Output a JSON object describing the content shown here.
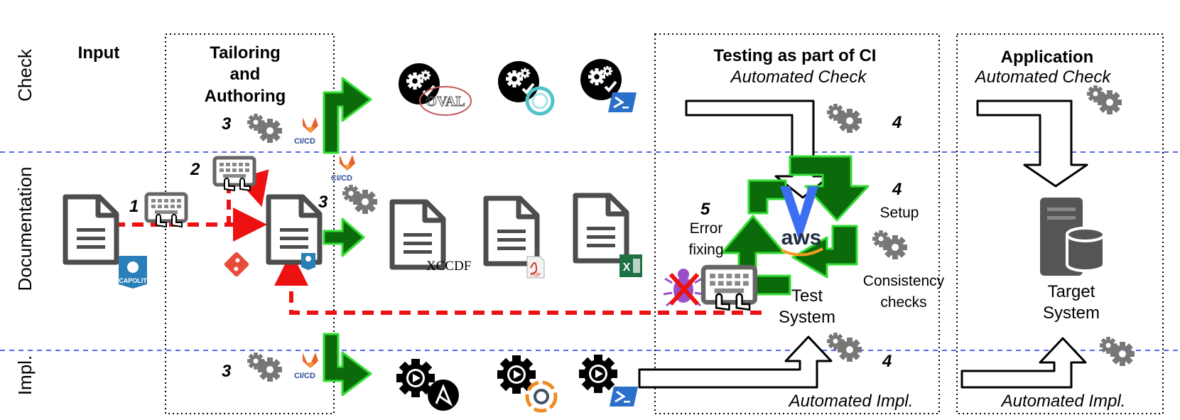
{
  "rows": {
    "check": "Check",
    "documentation": "Documentation",
    "impl": "Impl."
  },
  "columns": {
    "input": "Input",
    "tailoring": [
      "Tailoring",
      "and",
      "Authoring"
    ],
    "testing": "Testing as part of CI",
    "testing_sub": "Automated Check",
    "testing_impl": "Automated Impl.",
    "application": "Application",
    "application_sub": "Automated Check",
    "application_impl": "Automated Impl."
  },
  "steps": {
    "s1": "1",
    "s2": "2",
    "s3_check": "3",
    "s3_doc": "3",
    "s3_impl": "3",
    "s4_check": "4",
    "s4_setup": "4",
    "s4_impl": "4",
    "s5": "5"
  },
  "labels": {
    "setup": "Setup",
    "consistency": [
      "Consistency",
      "checks"
    ],
    "error_fixing": [
      "Error",
      "fixing"
    ],
    "test_system": [
      "Test",
      "System"
    ],
    "target_system": [
      "Target",
      "System"
    ],
    "xccdf": "XCCDF",
    "aws": "aws"
  },
  "icon_names": [
    "document-icon",
    "keyboard-icon",
    "gears-icon",
    "gitlab-cicd-icon",
    "git-icon",
    "scapolite-icon",
    "pdf-icon",
    "excel-icon",
    "bug-icon",
    "server-icon",
    "ansible-icon",
    "powershell-icon",
    "oval-icon",
    "aws-icon"
  ],
  "colors": {
    "green": "#0b6b0b",
    "green_border": "#33dd33",
    "red_dashed": "#ee1111",
    "blue_dashed": "#5566ee",
    "gray": "#4d4d4d"
  }
}
